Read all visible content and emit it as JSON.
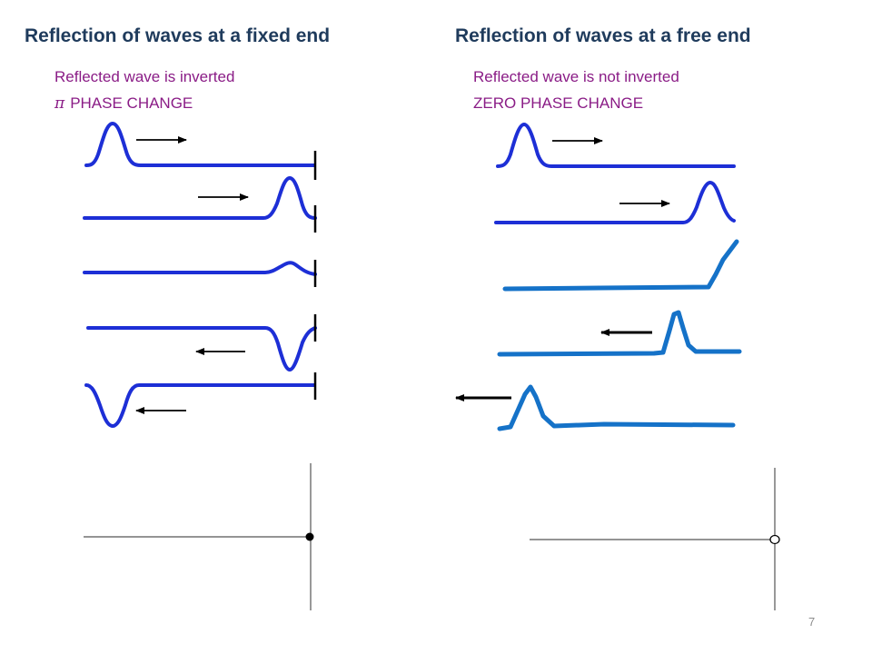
{
  "slide": {
    "left_title": "Reflection of waves at a fixed end",
    "right_title": "Reflection of waves at a free end",
    "left_caption_1": "Reflected wave is inverted",
    "left_caption_2_symbol": "π",
    "left_caption_2_text": "PHASE CHANGE",
    "right_caption_1": "Reflected wave is not inverted",
    "right_caption_2": "ZERO PHASE CHANGE",
    "page_number": "7"
  },
  "colors": {
    "title": "#1f3b5c",
    "caption": "#8a1c86",
    "wave_fixed": "#1d2fd6",
    "wave_free_incident": "#1d2fd6",
    "wave_free_reflected": "#1572c8",
    "arrow": "#000000",
    "string": "#555555"
  }
}
